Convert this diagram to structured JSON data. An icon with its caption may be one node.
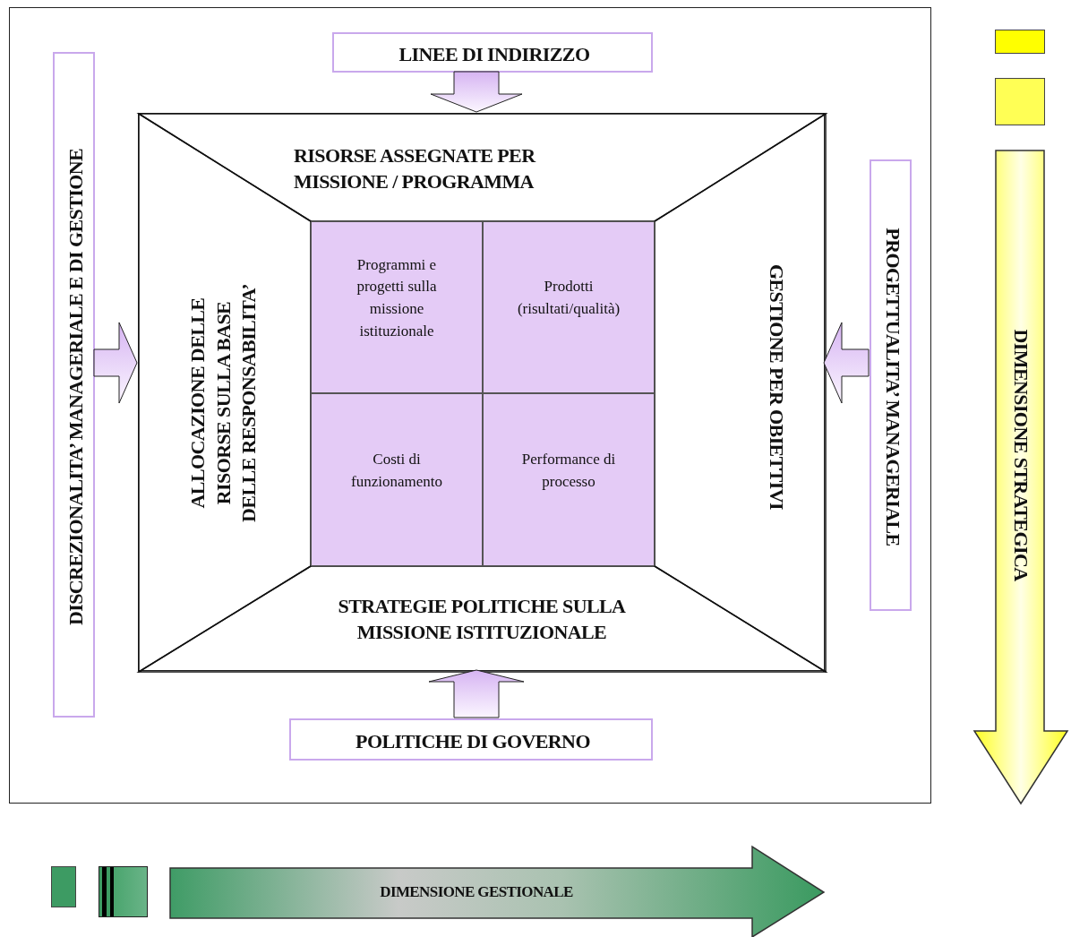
{
  "diagram": {
    "nodes": [
      {
        "text": [],
        "shape": "box"
      },
      {
        "text": [
          "LINEE DI INDIRIZZO"
        ],
        "in": 0
      },
      {
        "text": [
          "DISCREZIONALITA’ MANAGERIALE E DI GESTIONE"
        ],
        "in": 0
      },
      {
        "text": [],
        "shape": "box",
        "in": 0
      },
      {
        "text": [
          "RISORSE ASSEGNATE PER MISSIONE / PROGRAMMA"
        ],
        "in": 3
      },
      {
        "text": [
          "ALLOCAZIONE DELLE RISORSE SULLA BASE DELLE RESPONSABILITA’"
        ],
        "in": 3
      },
      {
        "text": [
          "GESTIONE PER OBIETTIVI"
        ],
        "in": 3
      },
      {
        "text": [
          "STRATEGIE POLITICHE SULLA MISSIONE ISTITUZIONALE"
        ],
        "in": 3
      },
      {
        "text": [
          "Programmi e progetti sulla missione istituzionale"
        ],
        "in": 3
      },
      {
        "text": [
          "Prodotti (risultati/qualità)"
        ],
        "in": 3
      },
      {
        "text": [
          "Costi di funzionamento"
        ],
        "in": 3
      },
      {
        "text": [
          "Performance di processo"
        ],
        "in": 3
      },
      {
        "text": [
          "PROGETTUALITA’ MANAGERIALE"
        ],
        "in": 0
      },
      {
        "text": [
          "POLITICHE DI GOVERNO"
        ],
        "in": 0
      },
      {
        "text": [],
        "shape": "box"
      },
      {
        "text": [],
        "shape": "box"
      },
      {
        "text": [
          "DIMENSIONE STRATEGICA"
        ]
      },
      {
        "text": [],
        "shape": "box"
      },
      {
        "text": [],
        "shape": "box"
      },
      {
        "text": [
          "DIMENSIONE GESTIONALE"
        ]
      }
    ],
    "edges": [
      {
        "from": 1,
        "to": 4,
        "arrow": "to"
      },
      {
        "from": 2,
        "to": 5,
        "arrow": "to"
      },
      {
        "from": 12,
        "to": 6,
        "arrow": "to"
      },
      {
        "from": 13,
        "to": 7,
        "arrow": "to"
      }
    ]
  }
}
